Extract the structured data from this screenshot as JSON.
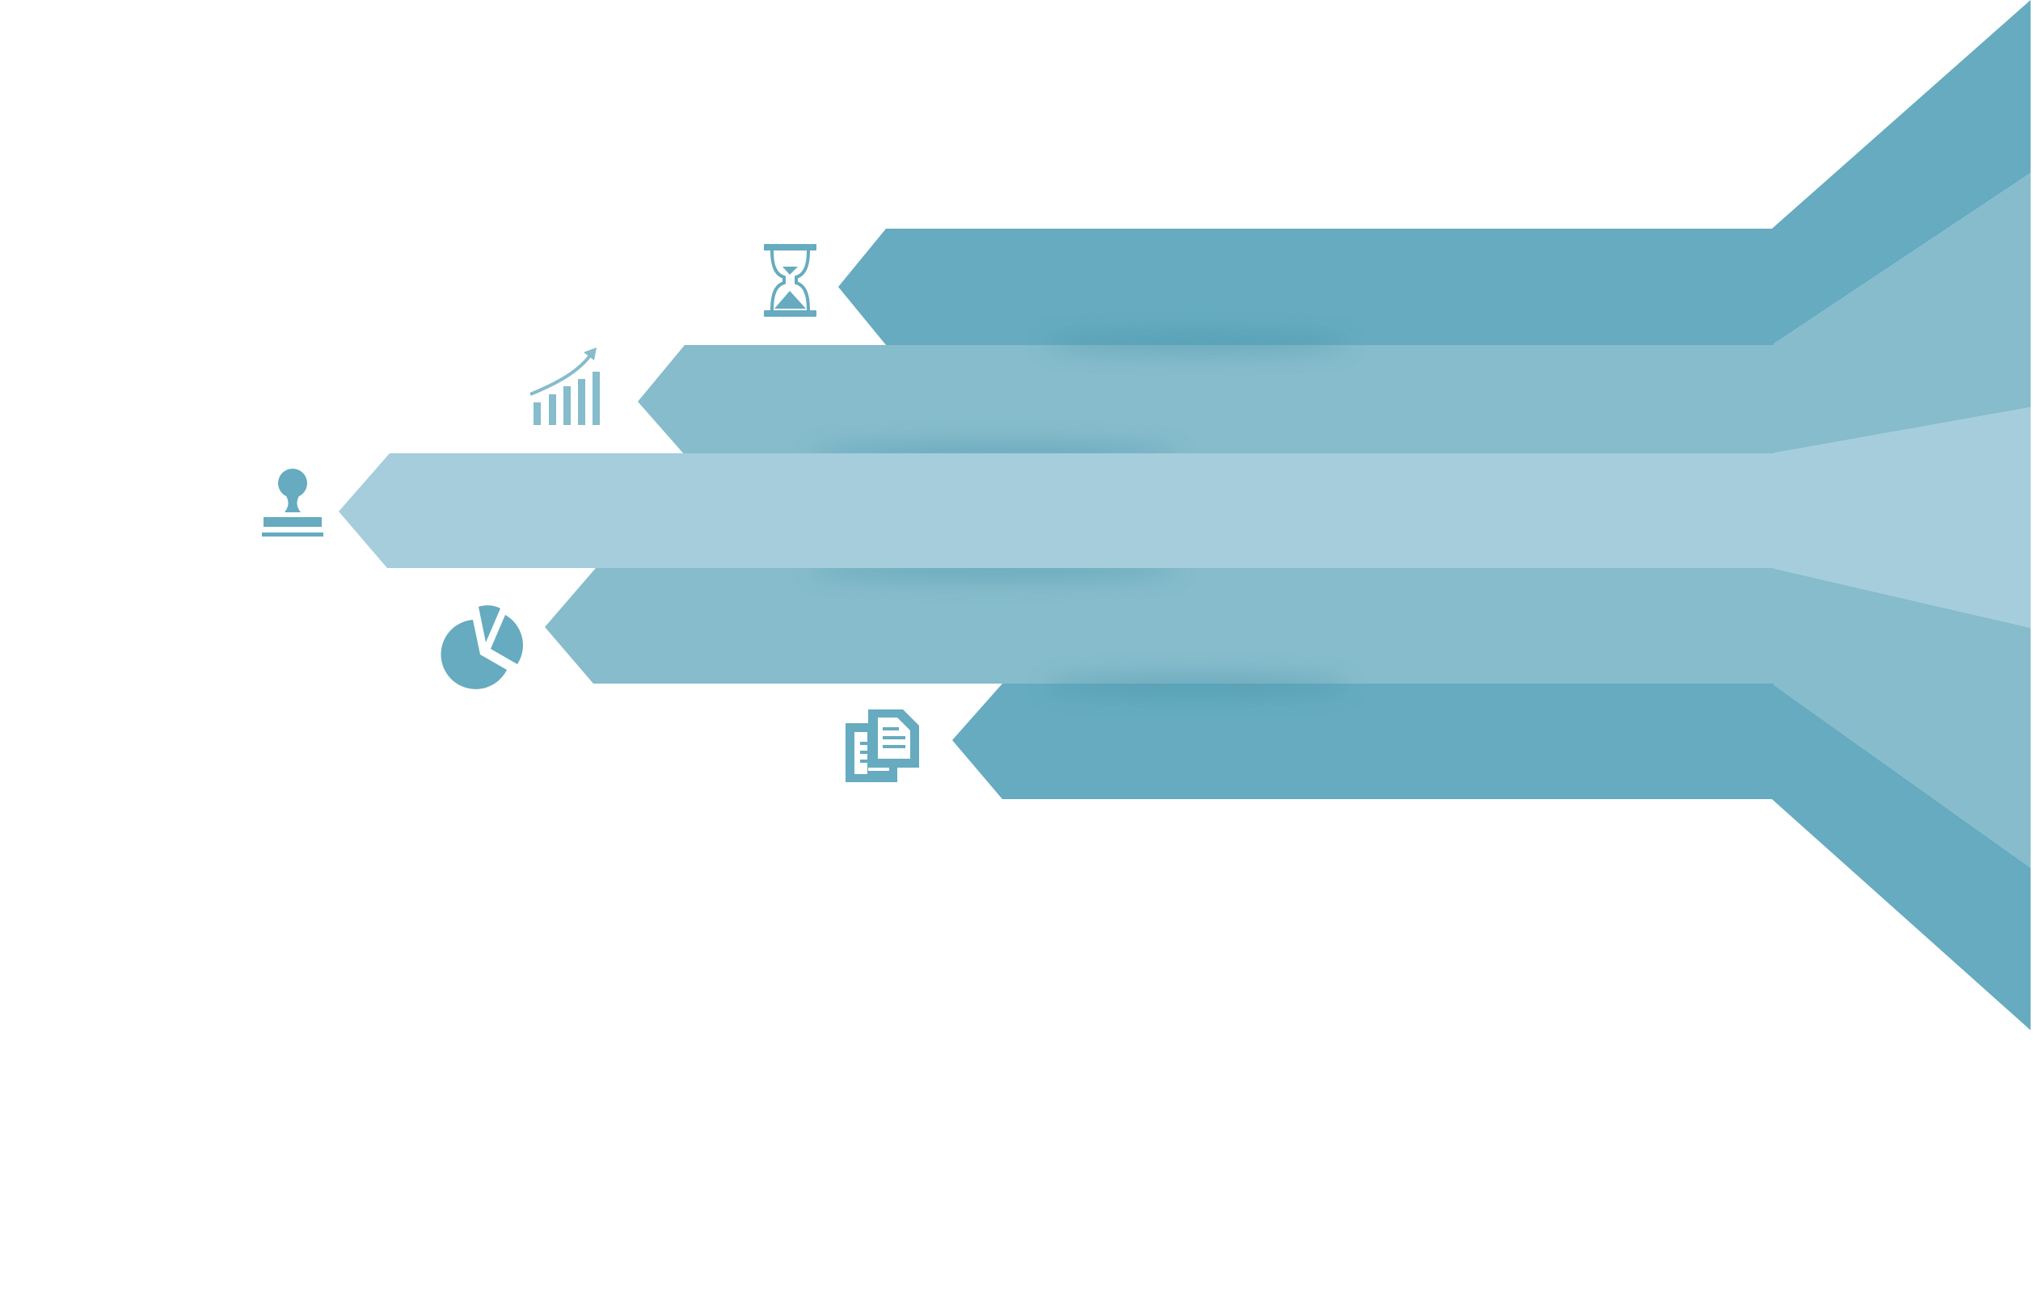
{
  "diagram": {
    "type": "arrow-funnel-infographic",
    "colors": {
      "dark": "#66abbf",
      "medium": "#86bccb",
      "light": "#a5cddb",
      "shadow": "#3f8ea6",
      "background": "#ffffff"
    },
    "arrows": [
      {
        "id": "arrow-1",
        "tone": "dark",
        "icon": "hourglass-icon"
      },
      {
        "id": "arrow-2",
        "tone": "medium",
        "icon": "growth-bar-chart-icon"
      },
      {
        "id": "arrow-3",
        "tone": "light",
        "icon": "stamp-icon"
      },
      {
        "id": "arrow-4",
        "tone": "medium",
        "icon": "pie-chart-icon"
      },
      {
        "id": "arrow-5",
        "tone": "dark",
        "icon": "documents-icon"
      }
    ]
  }
}
